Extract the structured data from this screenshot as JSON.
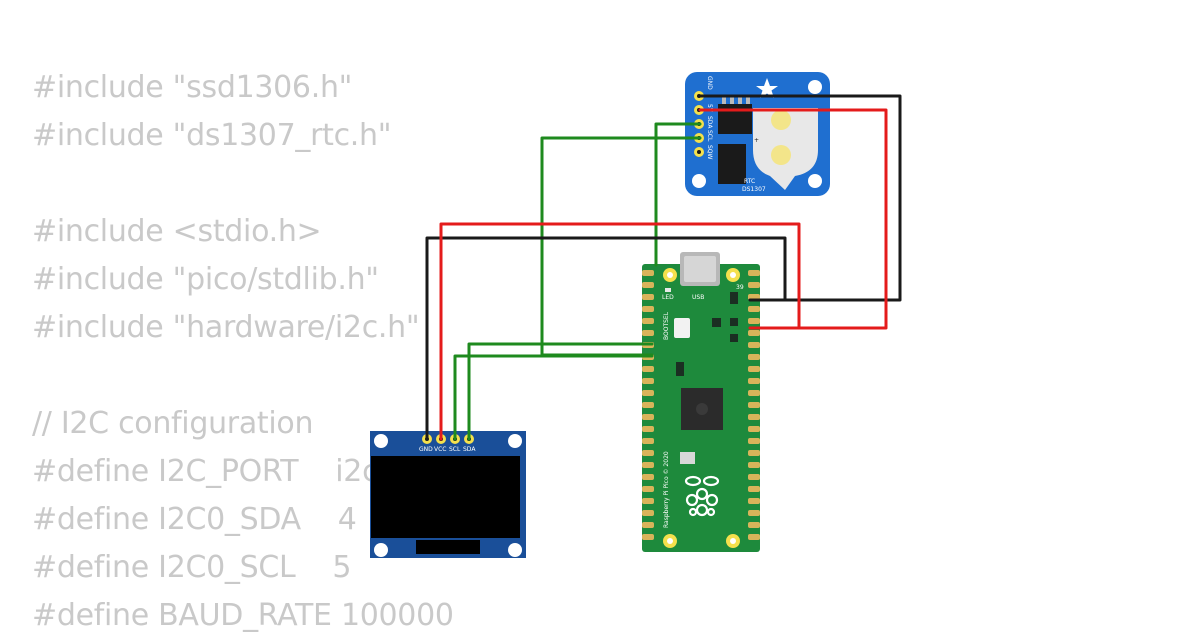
{
  "code": {
    "lines": [
      "#include \"ssd1306.h\"",
      "#include \"ds1307_rtc.h\"",
      "",
      "#include <stdio.h>",
      "#include \"pico/stdlib.h\"",
      "#include \"hardware/i2c.h\"",
      "",
      "// I2C configuration",
      "#define I2C_PORT    i2c0",
      "#define I2C0_SDA    4",
      "#define I2C0_SCL    5",
      "#define BAUD_RATE 100000"
    ]
  },
  "rtc_module": {
    "title": "RTC",
    "chip": "DS1307",
    "pins": [
      "GND",
      "5V",
      "SDA",
      "SCL",
      "SQW"
    ],
    "plus_mark": "+"
  },
  "pico": {
    "led_label": "LED",
    "usb_label": "USB",
    "bootsel_label": "BOOTSEL",
    "pin_number": "39",
    "silkscreen": "Raspberry Pi Pico © 2020"
  },
  "oled": {
    "pins": [
      "GND",
      "VCC",
      "SCL",
      "SDA"
    ]
  },
  "colors": {
    "wire_red": "#e41b1b",
    "wire_black": "#1a1a1a",
    "wire_green": "#1e8a1e",
    "pico_green": "#1e8a3c",
    "rtc_blue": "#1f6fd0",
    "oled_blue": "#1a4f99",
    "code_gray": "#c9c9c9"
  }
}
